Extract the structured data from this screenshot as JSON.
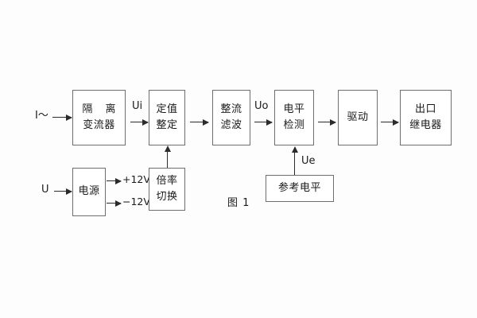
{
  "figure": {
    "caption": "图 1",
    "background": "#fdfdfd",
    "line_color": "#6e6e6e",
    "text_color": "#1a1a1a"
  },
  "inputs": [
    {
      "name": "current-input",
      "label": "I～"
    },
    {
      "name": "voltage-input",
      "label": "U"
    }
  ],
  "blocks": [
    {
      "id": "isolation-transformer",
      "line1": "隔 离",
      "line2": "变流器"
    },
    {
      "id": "setting-value",
      "line1": "定值",
      "line2": "整定"
    },
    {
      "id": "rectifier-filter",
      "line1": "整流",
      "line2": "滤波"
    },
    {
      "id": "level-detection",
      "line1": "电平",
      "line2": "检测"
    },
    {
      "id": "driver",
      "line1": "驱动",
      "line2": ""
    },
    {
      "id": "output-relay",
      "line1": "出口",
      "line2": "继电器"
    },
    {
      "id": "power-supply",
      "line1": "电源",
      "line2": ""
    },
    {
      "id": "multiplier-switch",
      "line1": "倍率",
      "line2": "切换"
    },
    {
      "id": "reference-level",
      "line1": "参考电平",
      "line2": ""
    }
  ],
  "signals": [
    {
      "id": "ui",
      "label": "Ui"
    },
    {
      "id": "uo",
      "label": "Uo"
    },
    {
      "id": "ue",
      "label": "Ue"
    }
  ],
  "rails": [
    {
      "id": "rail-positive",
      "label": "+12V"
    },
    {
      "id": "rail-negative",
      "label": "−12V"
    }
  ]
}
